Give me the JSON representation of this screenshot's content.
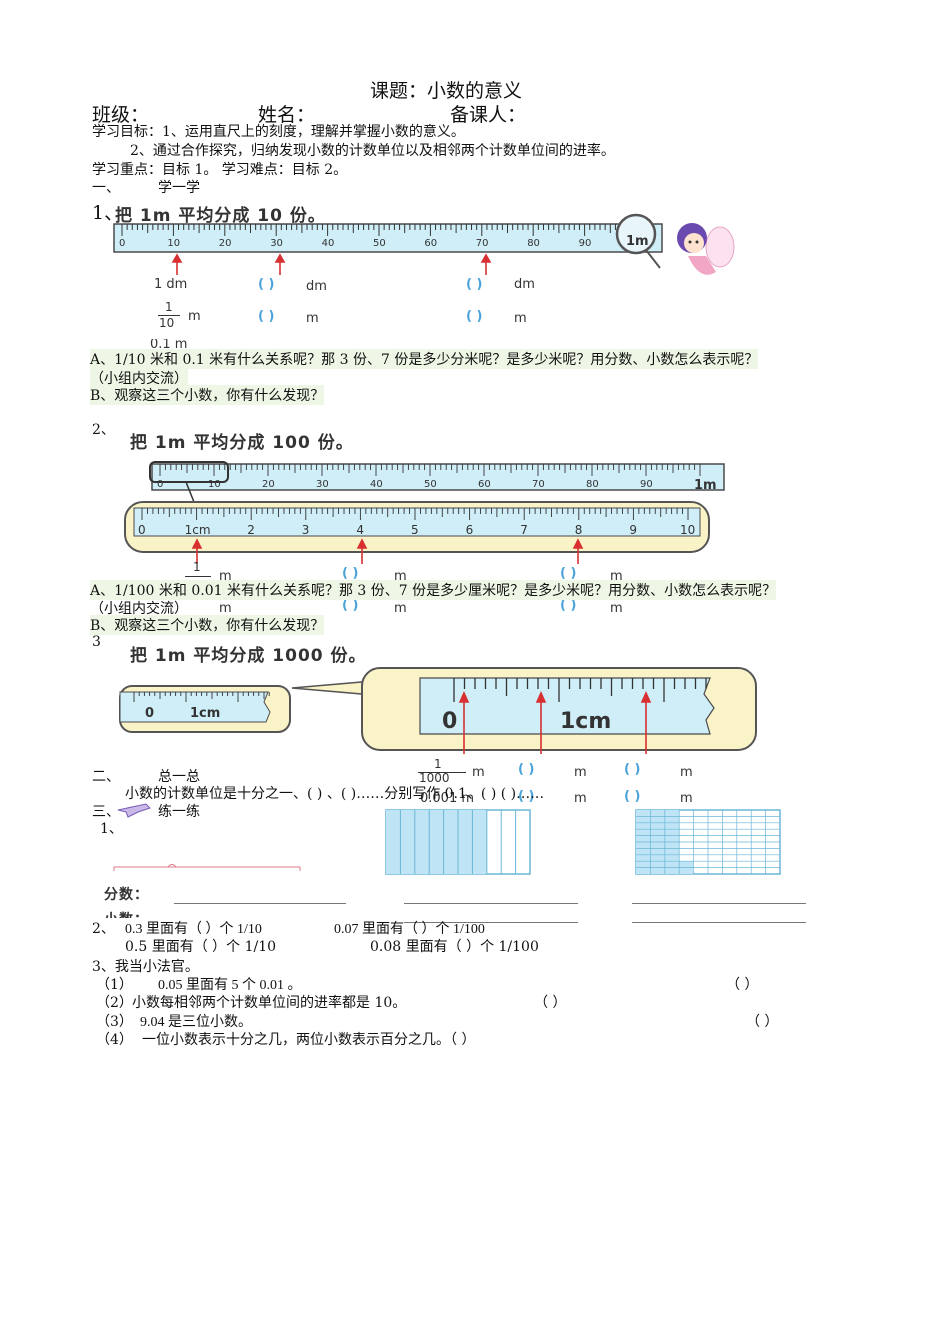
{
  "header": {
    "title": "课题：小数的意义",
    "class_label": "班级：",
    "name_label": "姓名：",
    "teacher_label": "备课人："
  },
  "goals": {
    "line1": "学习目标：1、运用直尺上的刻度，理解并掌握小数的意义。",
    "line2": "2、通过合作探究，归纳发现小数的计数单位以及相邻两个计数单位间的进率。",
    "line3": "学习重点：目标 1。 学习难点：目标 2。"
  },
  "section1": {
    "heading_num": "一、",
    "heading_text": "学一学",
    "q1": {
      "num": "1、",
      "image_caption": "把 1m 平均分成 10 份。",
      "ruler_ticks": [
        "0",
        "10",
        "20",
        "30",
        "40",
        "50",
        "60",
        "70",
        "80",
        "90"
      ],
      "ruler_end": "1m",
      "dm_label_1": "1 dm",
      "unit_dm": "dm",
      "unit_m": "m",
      "paren": "(    )",
      "frac_num": "1",
      "frac_den": "10",
      "partial_row": "0.1 m",
      "question_a": "A、1/10 米和 0.1 米有什么关系呢？那 3 份、7 份是多少分米呢？是多少米呢？用分数、小数怎么表示呢？",
      "question_a2": "（小组内交流）",
      "question_b": "B、观察这三个小数，你有什么发现？"
    },
    "q2": {
      "num": "2、",
      "image_caption": "把 1m 平均分成 100 份。",
      "ruler_ticks": [
        "0",
        "10",
        "20",
        "30",
        "40",
        "50",
        "60",
        "70",
        "80",
        "90"
      ],
      "ruler_end": "1m",
      "zoom_ticks": [
        "0",
        "1cm",
        "2",
        "3",
        "4",
        "5",
        "6",
        "7",
        "8",
        "9",
        "10"
      ],
      "frac_num": "1",
      "unit_m": "m",
      "paren": "(    )",
      "question_a": "A、1/100 米和 0.01 米有什么关系呢？那 3 份、7 份是多少厘米呢？是多少米呢？用分数、小数怎么表示呢？",
      "question_a2": "（小组内交流）",
      "question_b": "B、观察这三个小数，你有什么发现？"
    },
    "q3": {
      "num": "3",
      "image_caption": "把 1m 平均分成 1000 份。",
      "small_ruler_0": "0",
      "small_ruler_cm": "1cm",
      "big_zero": "0",
      "big_cm": "1cm",
      "frac_num": "1",
      "frac_den": "1000",
      "unit_m": "m",
      "paren": "(    )",
      "partial_row": "0.001 m"
    }
  },
  "section2": {
    "heading_num": "二、",
    "heading_text": "总一总",
    "text": "小数的计数单位是十分之一、(              ) 、(          )……分别写作 0.1、(         ) (         )……"
  },
  "section3": {
    "heading_num": "三、",
    "heading_text": "练一练",
    "q1_num": "1、",
    "fraction_label": "分数：",
    "decimal_label": "小数：",
    "q2_num": "2、",
    "q2_a": "0.3 里面有（   ）个 1/10",
    "q2_b": "0.07 里面有（   ）个 1/100",
    "q2_c": "0.5 里面有（   ）个 1/10",
    "q2_d": "0.08 里面有（   ）个 1/100",
    "q3_title": "3、我当小法官。",
    "judge": [
      {
        "num": "（1）",
        "text": "0.05 里面有 5 个 0.01 。",
        "paren": "（      ）"
      },
      {
        "num": "（2）",
        "text": "小数每相邻两个计数单位间的进率都是 10。",
        "paren": "（      ）"
      },
      {
        "num": "（3）",
        "text": "9.04 是三位小数。",
        "paren": "（      ）"
      },
      {
        "num": "（4）",
        "text": "一位小数表示十分之几，两位小数表示百分之几。（      ）",
        "paren": ""
      }
    ]
  },
  "colors": {
    "ruler_fill": "#cfeef8",
    "ruler_stroke": "#4a4a4a",
    "arrow": "#d83030",
    "zoom_fill": "#fbf3c8",
    "highlight": "#eef7e6",
    "grid_fill": "#bfe4f5"
  }
}
